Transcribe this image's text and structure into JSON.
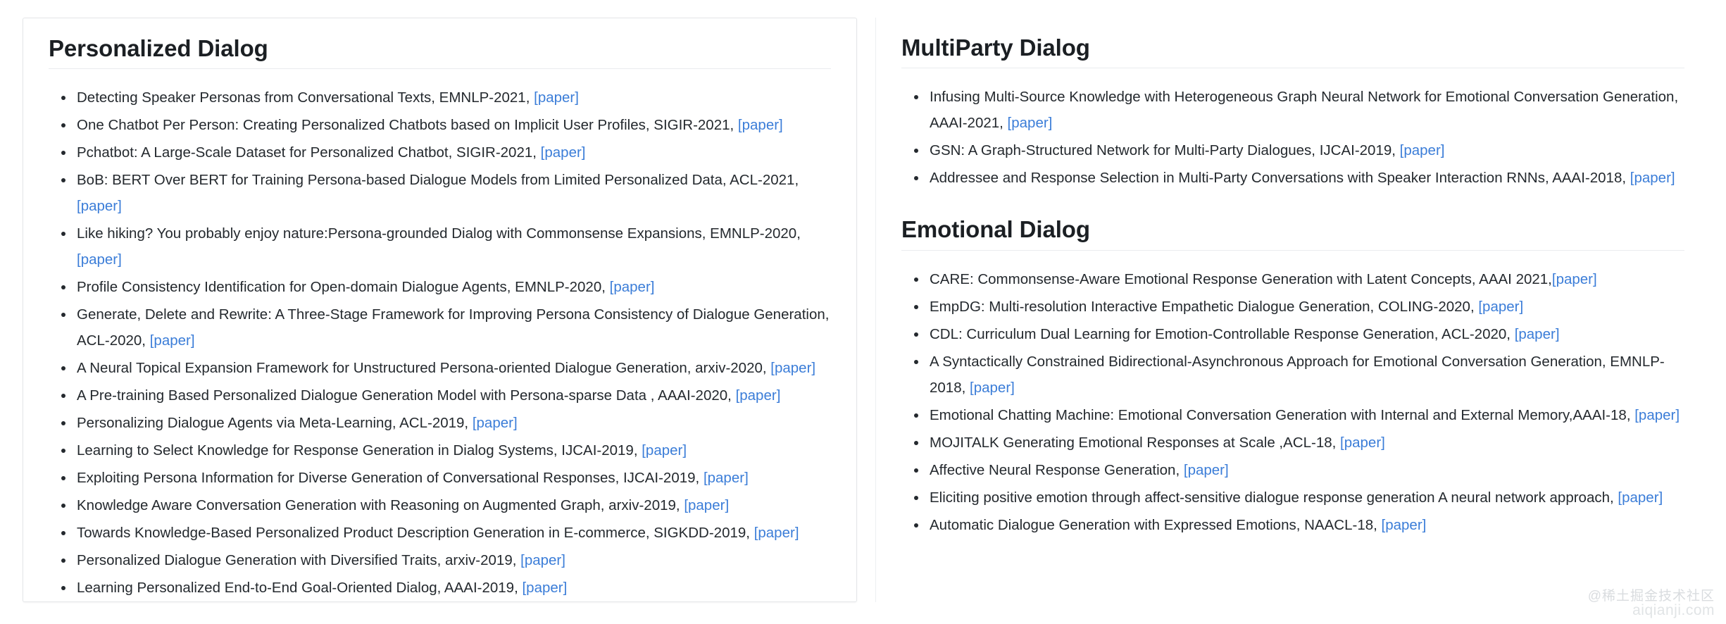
{
  "watermark": {
    "chinese": "@稀土掘金技术社区",
    "english": "aiqianji.com"
  },
  "link_label": "[paper]",
  "link_color": "#3b7dd8",
  "columns": [
    {
      "id": "left",
      "sections": [
        {
          "title": "Personalized Dialog",
          "items": [
            {
              "text": "Detecting Speaker Personas from Conversational Texts, EMNLP-2021,",
              "link": "[paper]"
            },
            {
              "text": "One Chatbot Per Person: Creating Personalized Chatbots based on Implicit User Profiles, SIGIR-2021,",
              "link": "[paper]"
            },
            {
              "text": "Pchatbot: A Large-Scale Dataset for Personalized Chatbot, SIGIR-2021,",
              "link": "[paper]"
            },
            {
              "text": "BoB: BERT Over BERT for Training Persona-based Dialogue Models from Limited Personalized Data, ACL-2021,",
              "link": "[paper]"
            },
            {
              "text": "Like hiking? You probably enjoy nature:Persona-grounded Dialog with Commonsense Expansions, EMNLP-2020,",
              "link": "[paper]"
            },
            {
              "text": "Profile Consistency Identification for Open-domain Dialogue Agents, EMNLP-2020,",
              "link": "[paper]"
            },
            {
              "text": "Generate, Delete and Rewrite: A Three-Stage Framework for Improving Persona Consistency of Dialogue Generation, ACL-2020,",
              "link": "[paper]"
            },
            {
              "text": "A Neural Topical Expansion Framework for Unstructured Persona-oriented Dialogue Generation, arxiv-2020,",
              "link": "[paper]"
            },
            {
              "text": "A Pre-training Based Personalized Dialogue Generation Model with Persona-sparse Data , AAAI-2020,",
              "link": "[paper]"
            },
            {
              "text": "Personalizing Dialogue Agents via Meta-Learning, ACL-2019,",
              "link": "[paper]"
            },
            {
              "text": "Learning to Select Knowledge for Response Generation in Dialog Systems, IJCAI-2019,",
              "link": "[paper]"
            },
            {
              "text": "Exploiting Persona Information for Diverse Generation of Conversational Responses, IJCAI-2019,",
              "link": "[paper]"
            },
            {
              "text": "Knowledge Aware Conversation Generation with Reasoning on Augmented Graph, arxiv-2019,",
              "link": "[paper]"
            },
            {
              "text": "Towards Knowledge-Based Personalized Product Description Generation in E-commerce, SIGKDD-2019,",
              "link": "[paper]"
            },
            {
              "text": "Personalized Dialogue Generation with Diversified Traits, arxiv-2019,",
              "link": "[paper]"
            },
            {
              "text": "Learning Personalized End-to-End Goal-Oriented Dialog, AAAI-2019,",
              "link": "[paper]"
            }
          ]
        }
      ]
    },
    {
      "id": "right",
      "sections": [
        {
          "title": "MultiParty Dialog",
          "items": [
            {
              "text": "Infusing Multi-Source Knowledge with Heterogeneous Graph Neural Network for Emotional Conversation Generation, AAAI-2021,",
              "link": "[paper]"
            },
            {
              "text": "GSN: A Graph-Structured Network for Multi-Party Dialogues, IJCAI-2019,",
              "link": "[paper]"
            },
            {
              "text": "Addressee and Response Selection in Multi-Party Conversations with Speaker Interaction RNNs, AAAI-2018,",
              "link": "[paper]"
            }
          ]
        },
        {
          "title": "Emotional Dialog",
          "items": [
            {
              "text": "CARE: Commonsense-Aware Emotional Response Generation with Latent Concepts, AAAI 2021,",
              "link": "[paper]"
            },
            {
              "text": "EmpDG: Multi-resolution Interactive Empathetic Dialogue Generation, COLING-2020,",
              "link": "[paper]"
            },
            {
              "text": "CDL: Curriculum Dual Learning for Emotion-Controllable Response Generation, ACL-2020,",
              "link": "[paper]"
            },
            {
              "text": "A Syntactically Constrained Bidirectional-Asynchronous Approach for Emotional Conversation Generation, EMNLP-2018,",
              "link": "[paper]"
            },
            {
              "text": "Emotional Chatting Machine: Emotional Conversation Generation with Internal and External Memory,AAAI-18,",
              "link": "[paper]"
            },
            {
              "text": "MOJITALK Generating Emotional Responses at Scale ,ACL-18,",
              "link": "[paper]"
            },
            {
              "text": "Affective Neural Response Generation,",
              "link": "[paper]"
            },
            {
              "text": "Eliciting positive emotion through affect-sensitive dialogue response generation A neural network approach,",
              "link": "[paper]"
            },
            {
              "text": "Automatic Dialogue Generation with Expressed Emotions, NAACL-18,",
              "link": "[paper]"
            }
          ]
        }
      ]
    }
  ]
}
